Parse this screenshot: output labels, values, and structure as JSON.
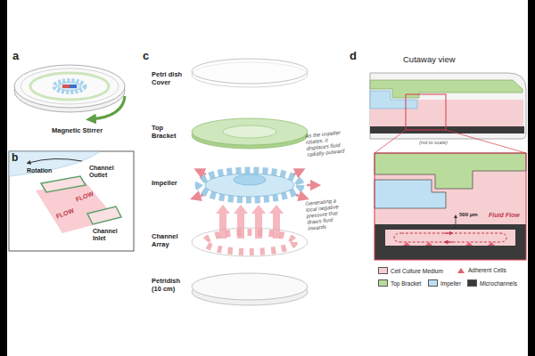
{
  "diagram": {
    "labels": [
      "a",
      "Magnetic Stirrer",
      "b",
      "Rotation",
      "Channel Outlet",
      "FLOW",
      "FLOW",
      "Channel Inlet",
      "c",
      "Petri dish Cover",
      "Top Bracket",
      "Impeller",
      "As the impeller rotates, it displaces fluid radially outward",
      "Channel Array",
      "Generating a local negative pressure that draws fluid inwards",
      "Petridish (10 cm)",
      "d",
      "Cutaway view",
      "(not to scale)",
      "500 μm",
      "Fluid Flow"
    ],
    "legend": [
      {
        "text": "Cell Culture Medium",
        "color": "#f6cfd2"
      },
      {
        "text": "Adherent Cells"
      },
      {
        "text": "Top Bracket",
        "color": "#b9dc9c"
      },
      {
        "text": "Impeller",
        "color": "#bfe0f2"
      },
      {
        "text": "Microchannels",
        "color": "#3a3a3a"
      }
    ]
  }
}
